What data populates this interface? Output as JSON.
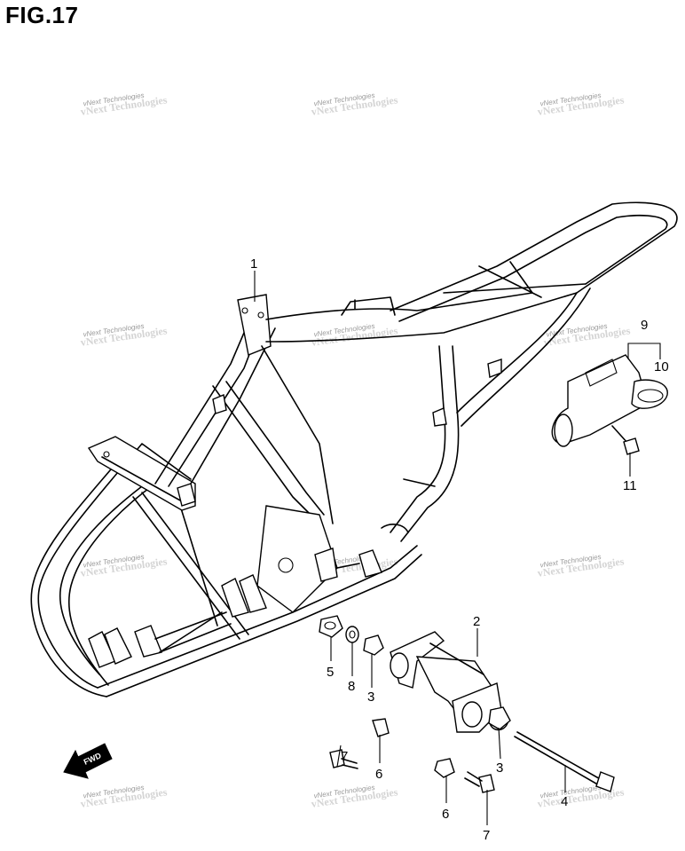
{
  "title": "FIG.17",
  "watermark": "vNext Technologies",
  "fwd_label": "FWD",
  "callouts": [
    "1",
    "2",
    "3",
    "3",
    "4",
    "5",
    "6",
    "6",
    "7",
    "7",
    "8",
    "9",
    "10",
    "11"
  ]
}
